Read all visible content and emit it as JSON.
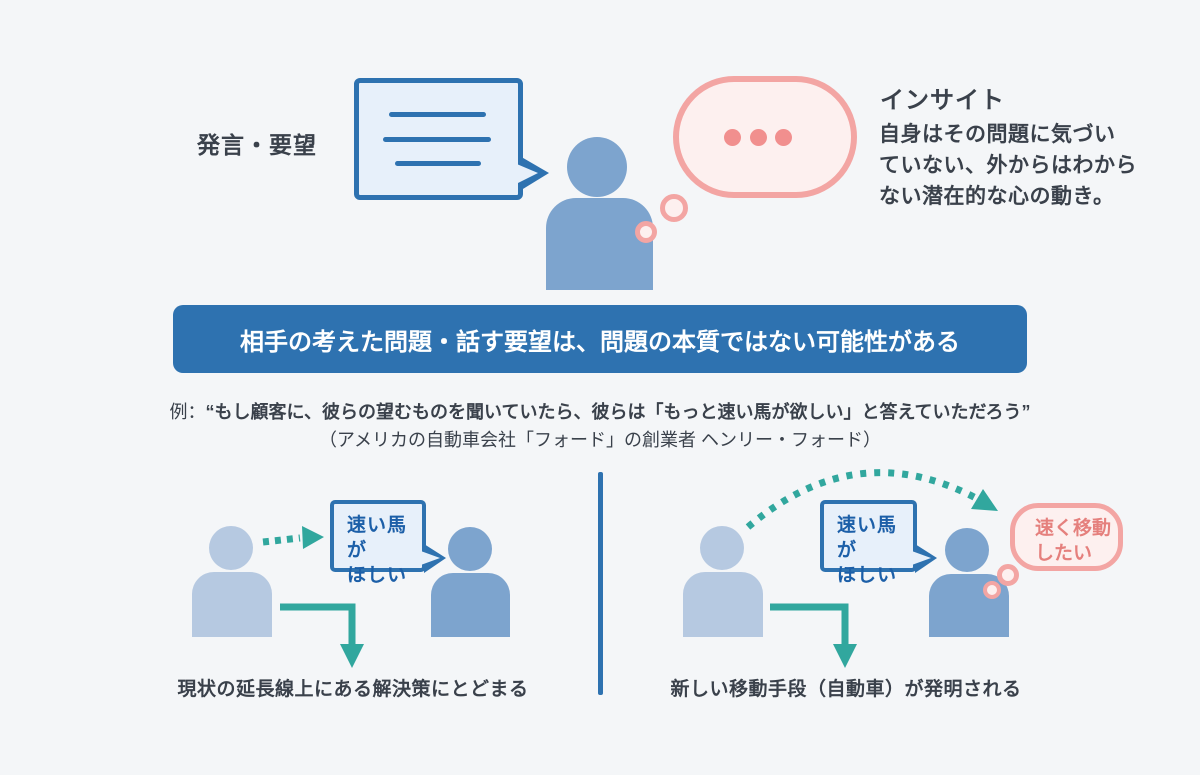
{
  "colors": {
    "background": "#f4f6f8",
    "blue": "#2e72b0",
    "blue_fill": "#e7f0fa",
    "blue_text": "#1c5fa8",
    "person_medium": "#7da4ce",
    "person_light": "#b6c9e1",
    "teal": "#31a79e",
    "pink_border": "#f3a5a3",
    "pink_fill": "#fdf0ef",
    "pink_dot": "#f18f8e",
    "pink_text": "#e5807d",
    "dark_text": "#3a414b",
    "white_text": "#ffffff"
  },
  "icons": [
    "person-icon",
    "speech-bubble-icon",
    "thought-bubble-icon",
    "ellipsis-dots-icon",
    "dotted-arrow-icon",
    "solid-arrow-icon",
    "curved-dotted-arrow-icon"
  ],
  "top_section": {
    "statement_label": "発言・要望",
    "insight_title": "インサイト",
    "insight_lines": [
      "自身はその問題に気づい",
      "ていない、外からはわから",
      "ない潜在的な心の動き。"
    ]
  },
  "banner": {
    "text": "相手の考えた問題・話す要望は、問題の本質ではない可能性がある"
  },
  "example": {
    "prefix": "例：",
    "quote": "“もし顧客に、彼らの望むものを聞いていたら、彼らは「もっと速い馬が欲しい」と答えていただろう”",
    "attribution": "（アメリカの自動車会社「フォード」の創業者 ヘンリー・フォード）"
  },
  "left_case": {
    "bubble_lines": [
      "速い馬が",
      "ほしい"
    ],
    "caption": "現状の延長線上にある解決策にとどまる"
  },
  "right_case": {
    "bubble_lines": [
      "速い馬が",
      "ほしい"
    ],
    "thought_lines": [
      "速く移動",
      "したい"
    ],
    "caption": "新しい移動手段（自動車）が発明される"
  }
}
